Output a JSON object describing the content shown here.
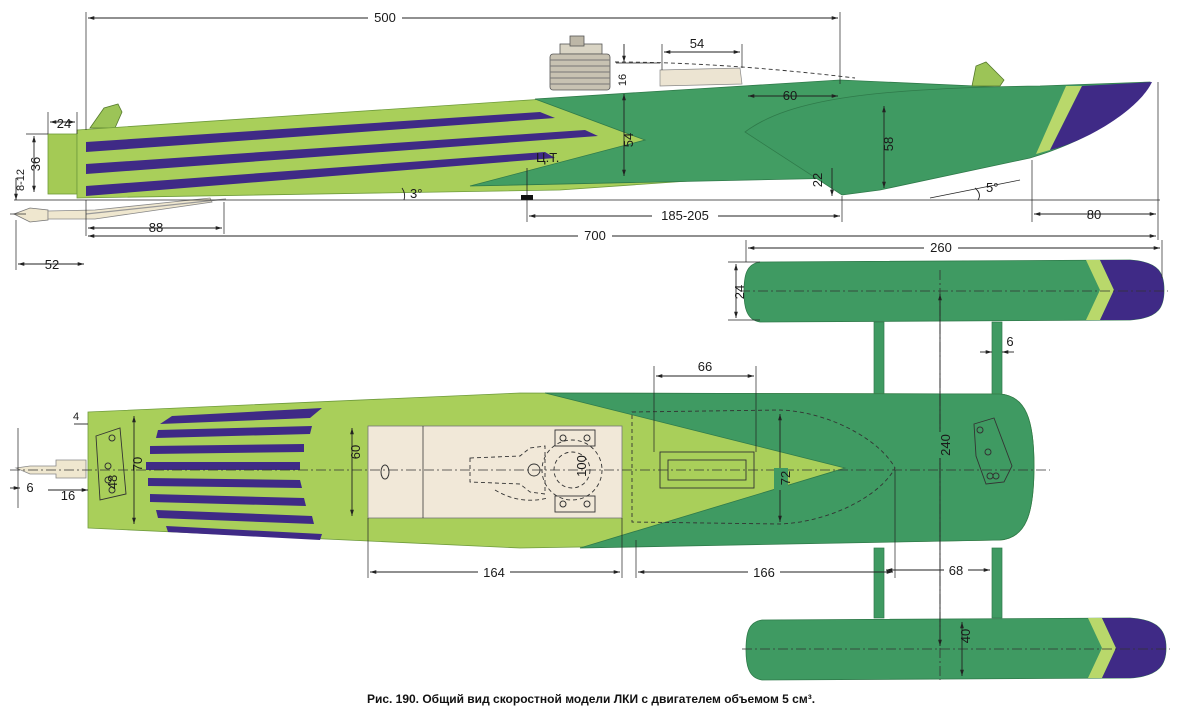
{
  "colors": {
    "light_green": "#a9cf5a",
    "dark_green": "#3f9a62",
    "purple": "#3f2a86",
    "deck": "#f1e8d8",
    "line": "#222222"
  },
  "side_view": {
    "dim_overall_top": "500",
    "dim_engine_width": "54",
    "dim_engine_height": "16",
    "dim_sponson_length": "60",
    "dim_hull_height": "54",
    "dim_sponson_height": "58",
    "dim_sponson_drop": "22",
    "dim_transom_width": "24",
    "dim_transom_height": "36",
    "dim_shaft_offset": "8-12",
    "angle_hull": "3°",
    "angle_sponson": "5°",
    "cg_label": "Ц.Т.",
    "dim_shaft": "88",
    "dim_cg_to_step": "185-205",
    "dim_bow": "80",
    "dim_overall": "700",
    "dim_propeller": "52"
  },
  "top_view": {
    "dim_sponson_span": "260",
    "dim_sponson_width_top": "24",
    "dim_strut": "6",
    "dim_tank": "66",
    "dim_track": "240",
    "dim_deck_width": "60",
    "dim_hull_width": "70",
    "dim_engine_dia": "100",
    "dim_cover": "72",
    "dim_stern_4": "4",
    "dim_stern_6": "6",
    "dim_stern_16": "16",
    "dim_rudder": "48",
    "dim_deck_length": "164",
    "dim_bow_length": "166",
    "dim_strut_spacing": "68",
    "dim_sponson_width_bottom": "40"
  },
  "caption": "Рис. 190. Общий вид скоростной модели ЛКИ с двигателем объемом 5 см³."
}
